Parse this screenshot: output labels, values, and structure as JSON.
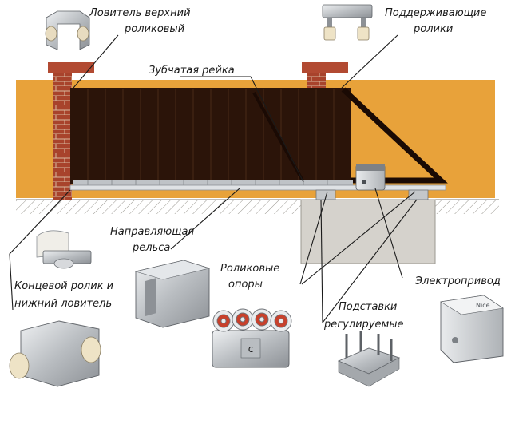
{
  "labels": {
    "upper_catcher_line1": "Ловитель верхний",
    "upper_catcher_line2": "роликовый",
    "support_rollers_line1": "Поддерживающие",
    "support_rollers_line2": "ролики",
    "gear_rack": "Зубчатая рейка",
    "guide_rail_line1": "Направляющая",
    "guide_rail_line2": "рельса",
    "roller_supports_line1": "Роликовые",
    "roller_supports_line2": "опоры",
    "electric_drive": "Электропривод",
    "end_roller_line1": "Концевой ролик и",
    "end_roller_line2": "нижний ловитель",
    "adjustable_stands_line1": "Подставки",
    "adjustable_stands_line2": "регулируемые"
  },
  "motor_brand": "Nice",
  "colors": {
    "wall": "#e8a23a",
    "brick": "#a8432c",
    "gate": "#2b1409",
    "ground": "#d9d6d0",
    "foundation": "#d5d2cc",
    "label_text": "#1a1a1a",
    "metal": "#c4c7ca",
    "roller_red": "#c8402b"
  }
}
